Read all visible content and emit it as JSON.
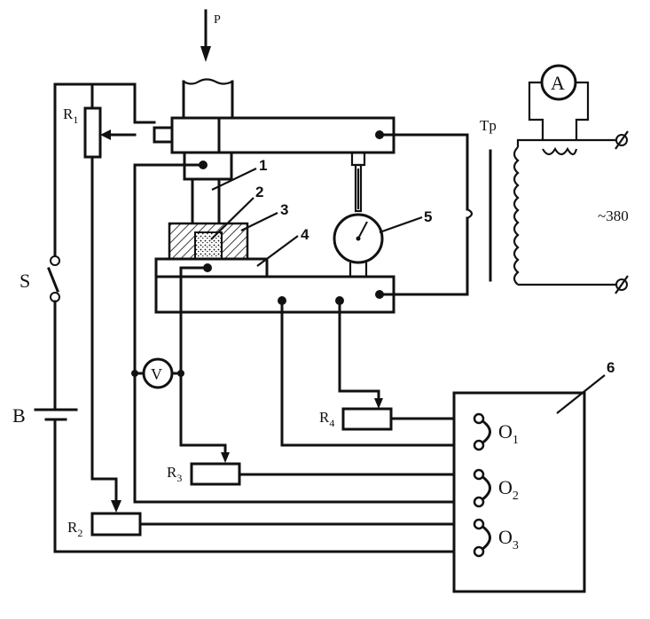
{
  "labels": {
    "P": "P",
    "R1": "R",
    "R1_sub": "1",
    "R2": "R",
    "R2_sub": "2",
    "R3": "R",
    "R3_sub": "3",
    "R4": "R",
    "R4_sub": "4",
    "S": "S",
    "B": "B",
    "V": "V",
    "A": "A",
    "Tp": "Tp",
    "voltage": "~380",
    "n1": "1",
    "n2": "2",
    "n3": "3",
    "n4": "4",
    "n5": "5",
    "n6": "6",
    "O1": "O",
    "O1_sub": "1",
    "O2": "O",
    "O2_sub": "2",
    "O3": "O",
    "O3_sub": "3"
  }
}
